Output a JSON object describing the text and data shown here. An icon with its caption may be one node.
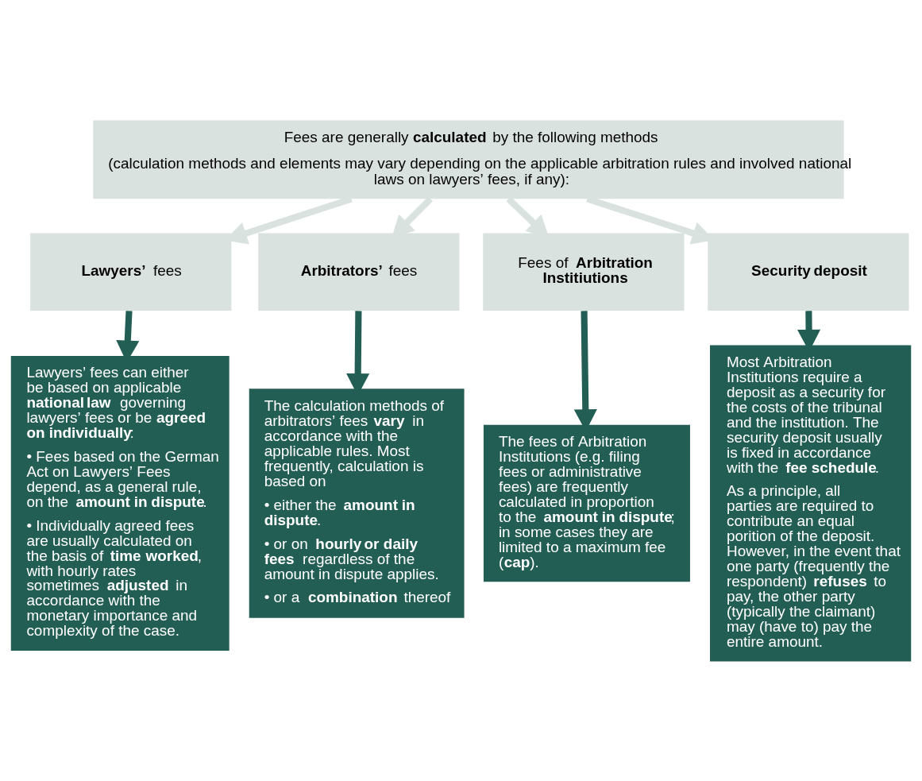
{
  "diagram": {
    "nodes": [
      {
        "text": [
          "Fees are generally **calculated** by the following methods",
          "(calculation methods and elements may vary depending on the applicable arbitration rules and involved national laws on lawyers’ fees, if any):"
        ]
      },
      {
        "text": [
          "**Lawyers’** fees"
        ]
      },
      {
        "text": [
          "**Arbitrators’** fees"
        ]
      },
      {
        "text": [
          "Fees of **Arbitration Institiutions**"
        ]
      },
      {
        "text": [
          "**Security deposit**"
        ]
      },
      {
        "text": [
          "Lawyers’ fees can either be based on applicable **national law** governing lawyers’ fees or be **agreed on individually**:",
          "• Fees based on the German Act on Lawyers’ Fees depend, as a general rule, on the **amount in dispute**.",
          "• Individually agreed fees are usually calculated on the basis of **time worked**, with hourly rates sometimes **adjusted** in accordance with the monetary importance and complexity of the case."
        ]
      },
      {
        "text": [
          "The calculation methods of arbitrators’ fees **vary** in accordance with the applicable rules. Most frequently, calculation is based on",
          "• either the **amount in dispute**.",
          "• or on **hourly or daily fees** regardless of the amount in dispute applies.",
          "• or a **combination** thereof"
        ]
      },
      {
        "text": [
          "The fees of Arbitration Institutions (e.g. filing fees or administrative fees) are frequently calculated in proportion to the **amount in dispute**; in some cases they are limited to a maximum fee (**cap**)."
        ]
      },
      {
        "text": [
          "Most Arbitration Institutions require a deposit as a security for the costs of the tribunal and the institution. The security deposit usually is fixed in accordance with the **fee schedule**.",
          "As a principle, all parties are required to contribute an equal porition of the deposit. However, in the event that one party (frequently the respondent) **refuses** to pay, the other party (typically the claimant) may (have to) pay the entire amount."
        ]
      }
    ],
    "edges": [
      {
        "from": 0,
        "to": 1,
        "arrow": "to",
        "color": "#d9e2de"
      },
      {
        "from": 0,
        "to": 2,
        "arrow": "to",
        "color": "#d9e2de"
      },
      {
        "from": 0,
        "to": 3,
        "arrow": "to",
        "color": "#d9e2de"
      },
      {
        "from": 0,
        "to": 4,
        "arrow": "to",
        "color": "#d9e2de"
      },
      {
        "from": 1,
        "to": 5,
        "arrow": "to",
        "color": "#235e55"
      },
      {
        "from": 2,
        "to": 6,
        "arrow": "to",
        "color": "#235e55"
      },
      {
        "from": 3,
        "to": 7,
        "arrow": "to",
        "color": "#235e55"
      },
      {
        "from": 4,
        "to": 8,
        "arrow": "to",
        "color": "#235e55"
      }
    ]
  }
}
